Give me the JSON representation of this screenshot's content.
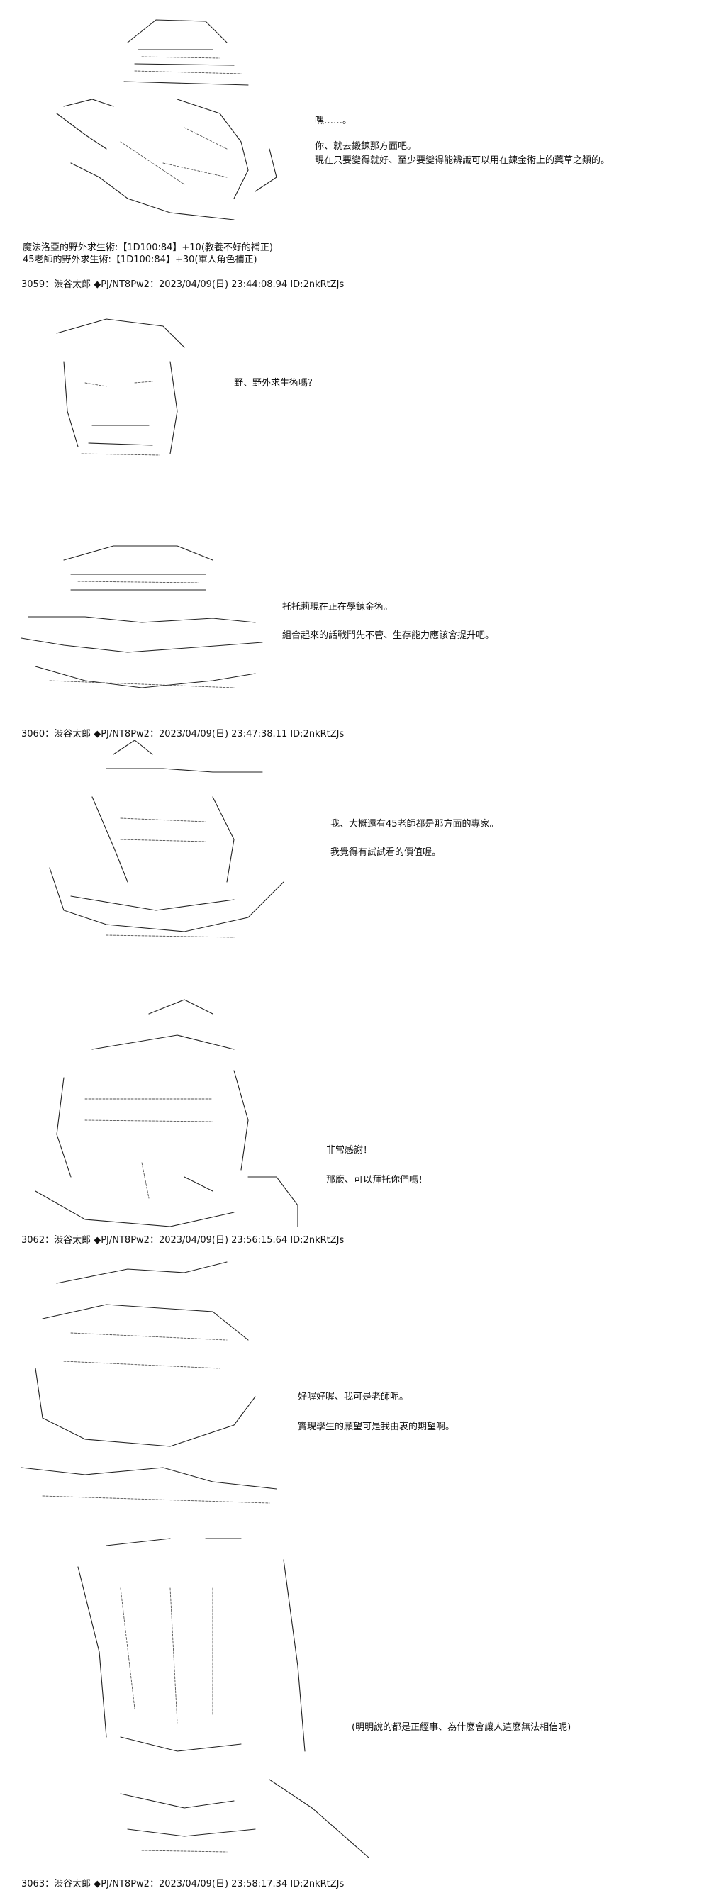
{
  "panels": [
    {
      "dialogue": [
        "嘿……。",
        "你、就去鍛鍊那方面吧。",
        "現在只要變得就好、至少要變得能辨識可以用在鍊金術上的藥草之類的。"
      ],
      "notes": [
        "魔法洛亞的野外求生術:【1D100:84】+10(教養不好的補正)",
        "45老師的野外求生術:【1D100:84】+30(軍人角色補正)"
      ]
    },
    {
      "dialogue": [
        "野、野外求生術嗎？"
      ]
    },
    {
      "dialogue": [
        "托托莉現在正在學鍊金術。",
        "組合起來的話戰鬥先不管、生存能力應該會提升吧。"
      ]
    },
    {
      "dialogue": [
        "我、大概還有45老師都是那方面的專家。",
        "我覺得有試試看的價值喔。"
      ]
    },
    {
      "dialogue": [
        "非常感謝！",
        "那麼、可以拜托你們嗎！"
      ]
    },
    {
      "dialogue": [
        "好喔好喔、我可是老師呢。",
        "實現學生的願望可是我由衷的期望啊。"
      ]
    },
    {
      "dialogue": [
        "(明明說的都是正經事、為什麼會讓人這麼無法相信呢)"
      ]
    }
  ],
  "posts": [
    "3059：渋谷太郎 ◆PJ/NT8Pw2：2023/04/09(日) 23:44:08.94 ID:2nkRtZJs",
    "3060：渋谷太郎 ◆PJ/NT8Pw2：2023/04/09(日) 23:47:38.11 ID:2nkRtZJs",
    "3062：渋谷太郎 ◆PJ/NT8Pw2：2023/04/09(日) 23:56:15.64 ID:2nkRtZJs",
    "3063：渋谷太郎 ◆PJ/NT8Pw2：2023/04/09(日) 23:58:17.34 ID:2nkRtZJs"
  ]
}
